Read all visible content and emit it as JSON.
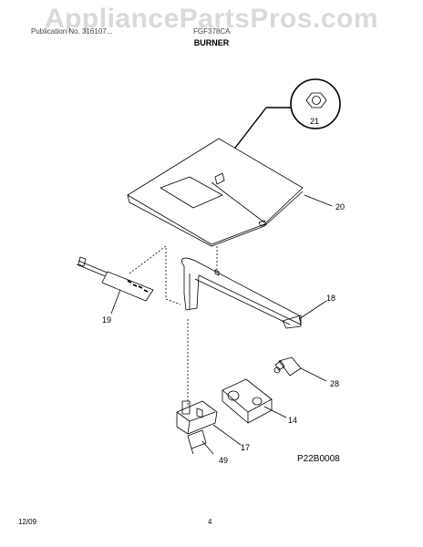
{
  "watermark": "AppliancePartsPros.com",
  "header": {
    "left_text": "Publication No. 316107...",
    "right_text": "FGF378CA",
    "section_title": "BURNER"
  },
  "callouts": {
    "c21": "21",
    "c20": "20",
    "c18": "18",
    "c19": "19",
    "c28": "28",
    "c14": "14",
    "c17": "17",
    "c49": "49"
  },
  "diagram_code": "P22B0008",
  "footer": {
    "date": "12/09",
    "page": "4"
  },
  "colors": {
    "line": "#000000",
    "watermark": "#d9d9d9",
    "background": "#ffffff"
  }
}
